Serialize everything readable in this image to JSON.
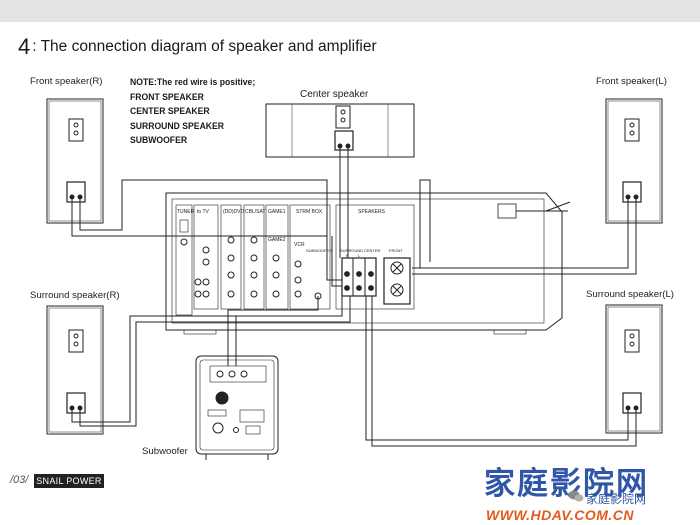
{
  "title": {
    "number": "4",
    "text": ": The connection diagram of speaker and amplifier"
  },
  "note": {
    "line1": "NOTE:The red wire is positive;",
    "line2": "FRONT SPEAKER",
    "line3": "CENTER SPEAKER",
    "line4": "SURROUND SPEAKER",
    "line5": "SUBWOOFER"
  },
  "speakers": {
    "front_right": "Front speaker(R)",
    "front_left": "Front speaker(L)",
    "center": "Center  speaker",
    "surround_right": "Surround speaker(R)",
    "surround_left": "Surround speaker(L)",
    "subwoofer": "Subwoofer"
  },
  "receiver_panel": {
    "tuner": "TUNER",
    "to_tv": "to TV",
    "dvd": "(DD)DVD",
    "cbl_sat": "CBL/SAT",
    "game1": "GAME1",
    "game2": "GAME2",
    "strm_box": "STRM BOX",
    "vcr": "VCR",
    "speakers": "SPEAKERS",
    "subwoofer": "SUBWOOFER",
    "surround": "SURROUND",
    "center": "CENTER",
    "front": "FRONT",
    "r": "R",
    "l": "L"
  },
  "footer": {
    "page": "/03/",
    "brand": "SNAIL POWER"
  },
  "watermark": {
    "chinese": "家庭影院网",
    "sub": "家庭影院网",
    "url": "WWW.HDAV.COM.CN"
  },
  "colors": {
    "line": "#222222",
    "watermark_blue": "#2f56a8",
    "watermark_orange": "#e25a1c"
  }
}
